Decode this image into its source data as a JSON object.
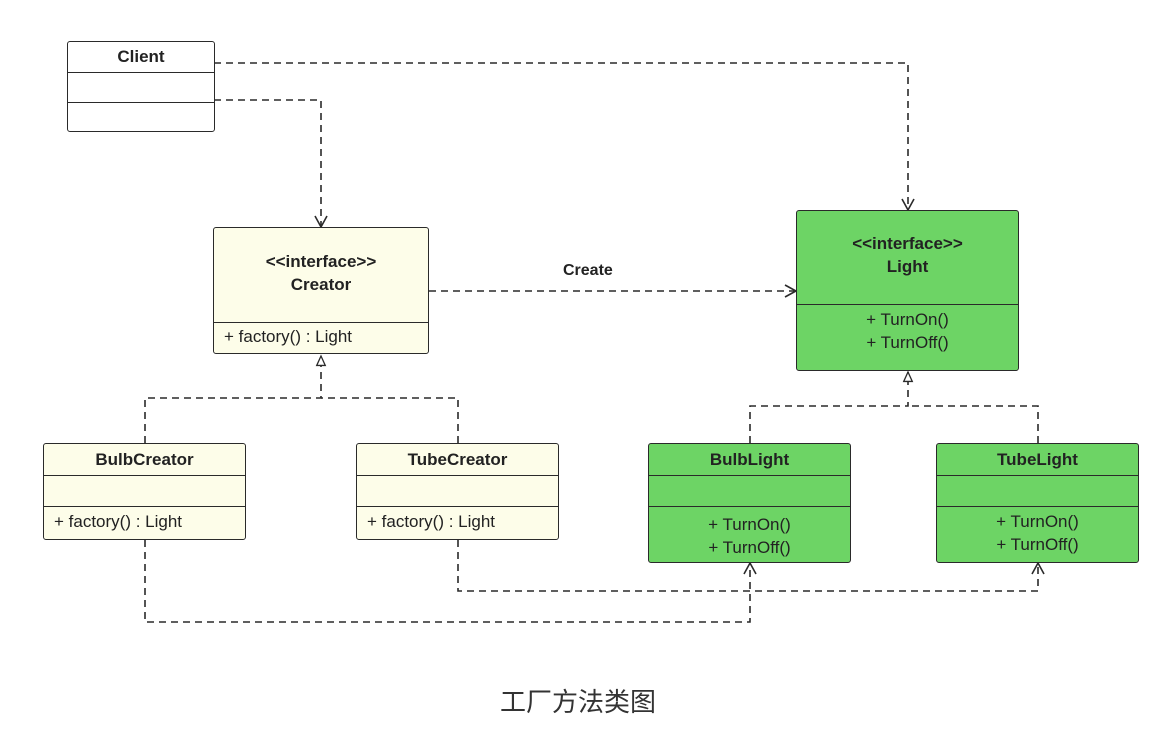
{
  "client": {
    "name": "Client"
  },
  "creator": {
    "stereotype": "<<interface>>",
    "name": "Creator",
    "operations": [
      "+ factory()  :  Light"
    ]
  },
  "light": {
    "stereotype": "<<interface>>",
    "name": "Light",
    "operations": [
      "+ TurnOn()",
      "+ TurnOff()"
    ]
  },
  "bulb_creator": {
    "name": "BulbCreator",
    "operations": [
      "+ factory()  :  Light"
    ]
  },
  "tube_creator": {
    "name": "TubeCreator",
    "operations": [
      "+ factory()  :  Light"
    ]
  },
  "bulb_light": {
    "name": "BulbLight",
    "operations": [
      "+ TurnOn()",
      "+ TurnOff()"
    ]
  },
  "tube_light": {
    "name": "TubeLight",
    "operations": [
      "+ TurnOn()",
      "+ TurnOff()"
    ]
  },
  "relations": {
    "create_label": "Create"
  },
  "caption": "工厂方法类图",
  "colors": {
    "interface_fill": "#fdfde9",
    "light_fill": "#6dd465",
    "line": "#2a2a2a"
  }
}
